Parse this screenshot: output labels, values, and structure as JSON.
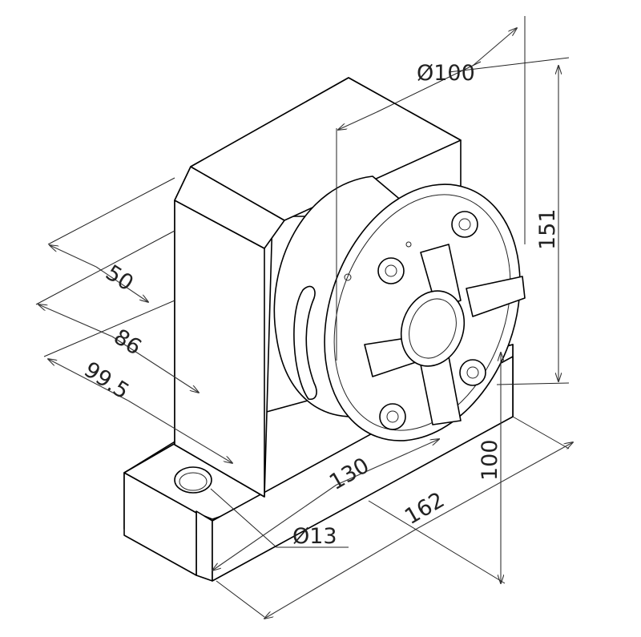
{
  "drawing": {
    "dimensions": {
      "dia_chuck": "Ø100",
      "height_total": "151",
      "width_50": "50",
      "width_86": "86",
      "width_99_5": "99.5",
      "length_130": "130",
      "length_162": "162",
      "height_100": "100",
      "dia_hole": "Ø13"
    }
  }
}
